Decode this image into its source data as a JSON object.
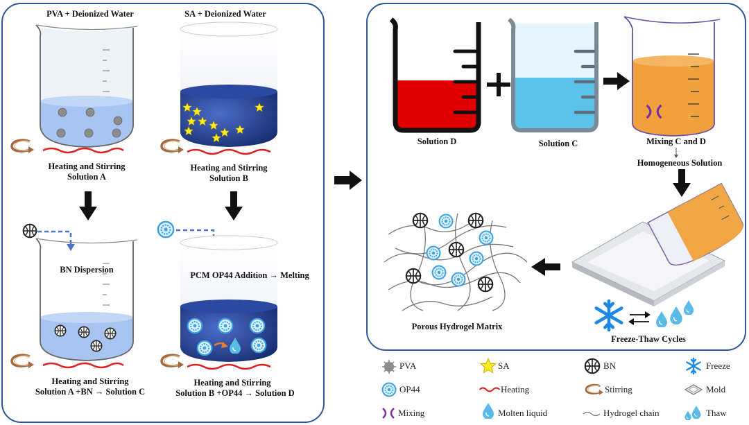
{
  "left_panel": {
    "beaker_a_title": "PVA + Deionized Water",
    "beaker_b_title": "SA + Deionized Water",
    "step_a": [
      "Heating and Stirring",
      "Solution A"
    ],
    "step_b": [
      "Heating and Stirring",
      "Solution B"
    ],
    "bn_dispersion": "BN Dispersion",
    "pcm_addition": "PCM OP44 Addition → Melting",
    "step_c": [
      "Heating and Stirring",
      "Solution A +BN → Solution C"
    ],
    "step_d": [
      "Heating and Stirring",
      "Solution B +OP44 → Solution D"
    ]
  },
  "right_panel": {
    "solution_d": "Solution D",
    "solution_c": "Solution C",
    "mixing": "Mixing C and D",
    "homogeneous": "Homogeneous Solution",
    "porous_matrix": "Porous Hydrogel Matrix",
    "freeze_thaw": "Freeze-Thaw Cycles"
  },
  "legend": [
    {
      "icon": "pva-icon",
      "label": "PVA"
    },
    {
      "icon": "sa-star-icon",
      "label": "SA"
    },
    {
      "icon": "bn-icon",
      "label": "BN"
    },
    {
      "icon": "freeze-icon",
      "label": "Freeze"
    },
    {
      "icon": "op44-icon",
      "label": "OP44"
    },
    {
      "icon": "heating-icon",
      "label": "Heating"
    },
    {
      "icon": "stirring-icon",
      "label": "Stirring"
    },
    {
      "icon": "mold-icon",
      "label": "Mold"
    },
    {
      "icon": "mixing-icon",
      "label": "Mixing"
    },
    {
      "icon": "molten-liquid-icon",
      "label": "Molten liquid"
    },
    {
      "icon": "hydrogel-chain-icon",
      "label": "Hydrogel chain"
    },
    {
      "icon": "thaw-icon",
      "label": "Thaw"
    }
  ],
  "colors": {
    "panel_border": "#2f5597",
    "solution_d_red": "#e00000",
    "solution_c_blue": "#5bc3ea",
    "mix_orange": "#f0a13c",
    "sa_blue": "#1f3c8a",
    "pva_blue": "#a8c4f0",
    "heating_red": "#e02020",
    "freeze_blue": "#1e88e5"
  }
}
